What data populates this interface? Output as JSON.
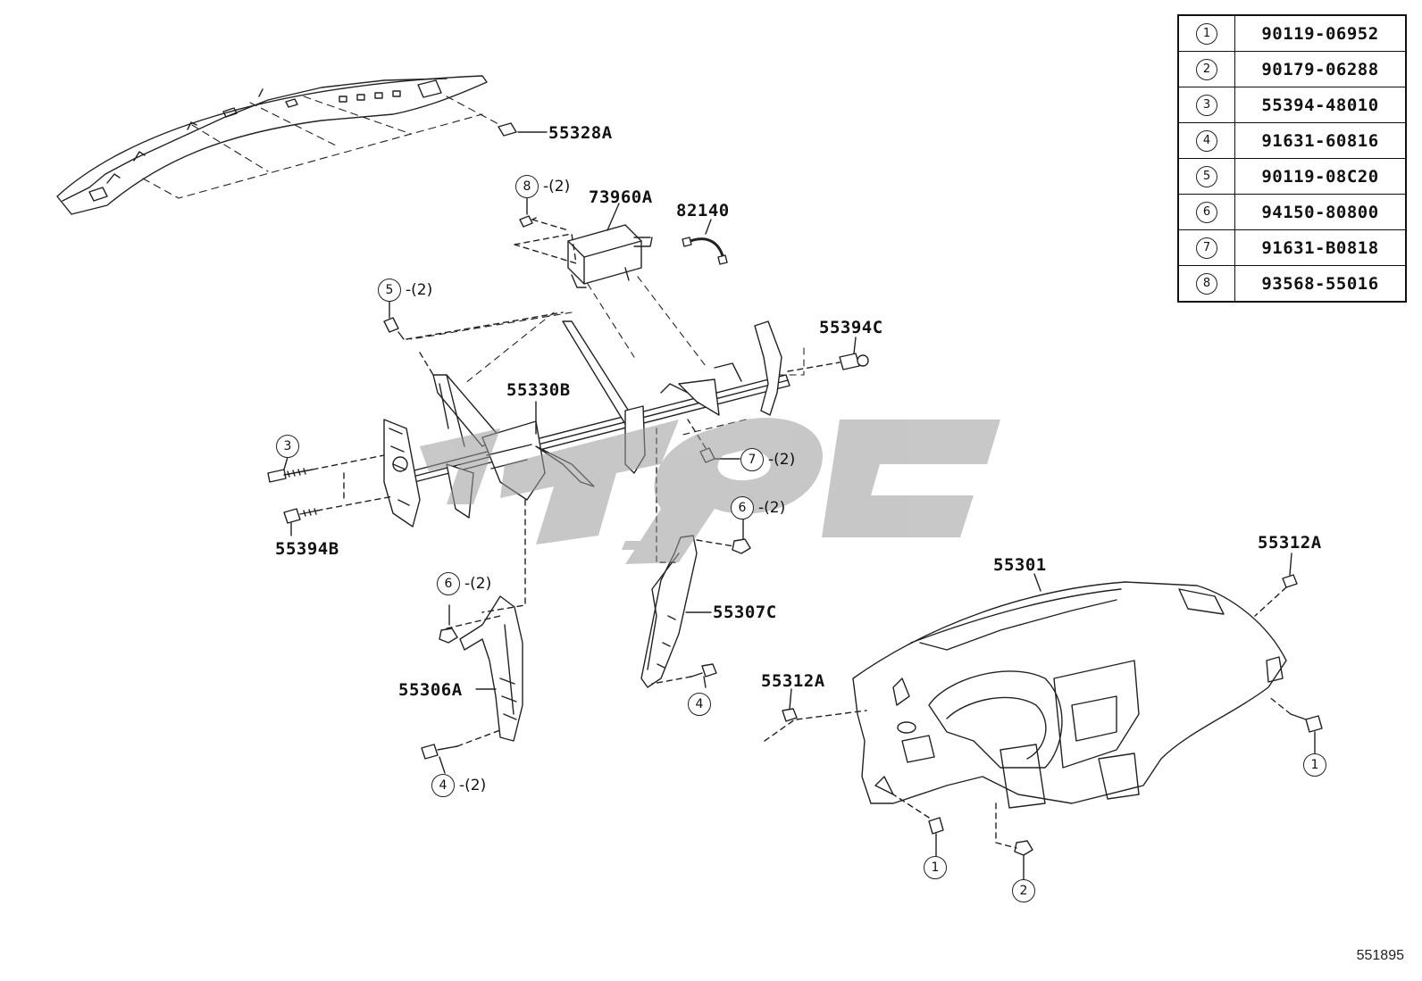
{
  "diagram": {
    "id": "551895",
    "legend": [
      {
        "key": "1",
        "part": "90119-06952"
      },
      {
        "key": "2",
        "part": "90179-06288"
      },
      {
        "key": "3",
        "part": "55394-48010"
      },
      {
        "key": "4",
        "part": "91631-60816"
      },
      {
        "key": "5",
        "part": "90119-08C20"
      },
      {
        "key": "6",
        "part": "94150-80800"
      },
      {
        "key": "7",
        "part": "91631-B0818"
      },
      {
        "key": "8",
        "part": "93568-55016"
      }
    ],
    "labels": {
      "p55328A": "55328A",
      "p73960A": "73960A",
      "p82140": "82140",
      "p55394C": "55394C",
      "p55330B": "55330B",
      "p55394B": "55394B",
      "p55301": "55301",
      "p55312A_right": "55312A",
      "p55312A_left": "55312A",
      "p55307C": "55307C",
      "p55306A": "55306A"
    },
    "callouts": {
      "c8": {
        "num": "8",
        "qty": "-(2)"
      },
      "c5": {
        "num": "5",
        "qty": "-(2)"
      },
      "c7": {
        "num": "7",
        "qty": "-(2)"
      },
      "c6a": {
        "num": "6",
        "qty": "-(2)"
      },
      "c6b": {
        "num": "6",
        "qty": "-(2)"
      },
      "c4a": {
        "num": "4",
        "qty": "-(2)"
      },
      "c3": {
        "num": "3"
      },
      "c4b": {
        "num": "4"
      },
      "c1a": {
        "num": "1"
      },
      "c1b": {
        "num": "1"
      },
      "c2": {
        "num": "2"
      }
    }
  }
}
